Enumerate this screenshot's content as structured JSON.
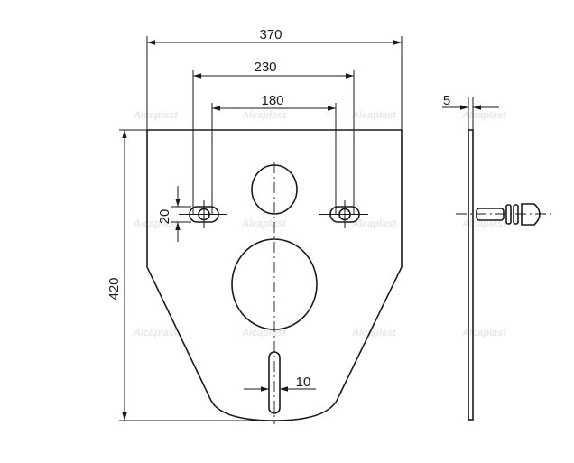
{
  "dimensions": {
    "overall_width": "370",
    "hole_spacing_outer": "230",
    "hole_spacing_inner": "180",
    "thickness": "5",
    "height": "420",
    "slot_height": "20",
    "slot_width": "10"
  },
  "watermark": {
    "brand": "Alcaplast"
  }
}
